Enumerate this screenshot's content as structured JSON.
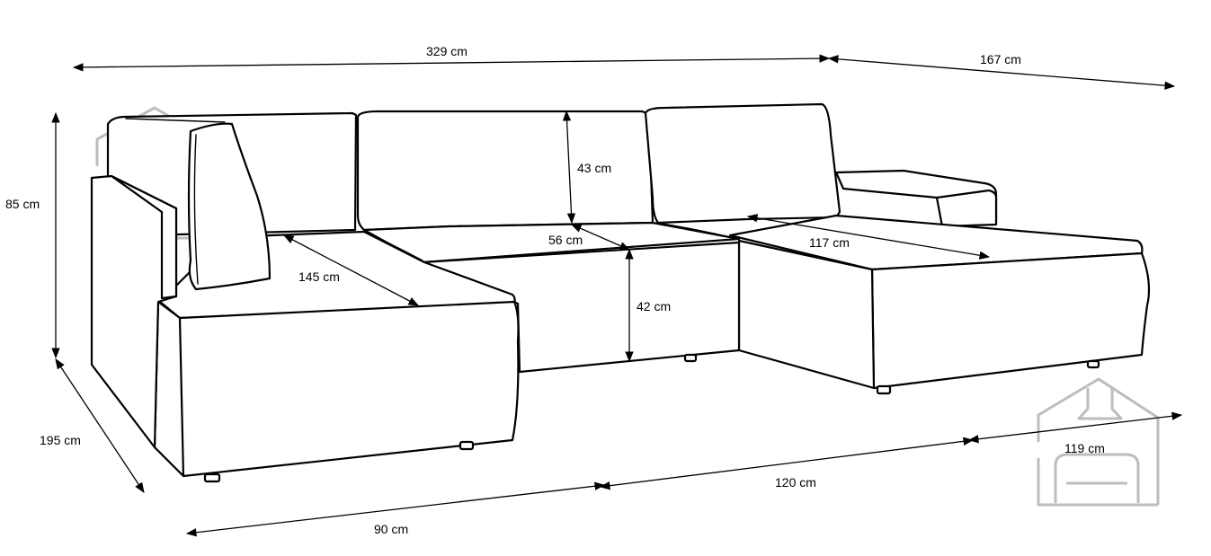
{
  "dimensions": {
    "total_width": "329 cm",
    "chaise_right_depth": "167 cm",
    "height": "85 cm",
    "depth_left": "195 cm",
    "back_cushion_height": "43 cm",
    "seat_depth": "56 cm",
    "seat_height": "42 cm",
    "left_chaise_length": "145 cm",
    "right_chaise_length": "117 cm",
    "bottom_left": "90 cm",
    "bottom_middle": "120 cm",
    "bottom_right": "119 cm"
  },
  "colors": {
    "line": "#000000",
    "logo": "#bdbdbd",
    "background": "#ffffff"
  },
  "icons": {
    "watermark": "house-sofa-logo"
  }
}
